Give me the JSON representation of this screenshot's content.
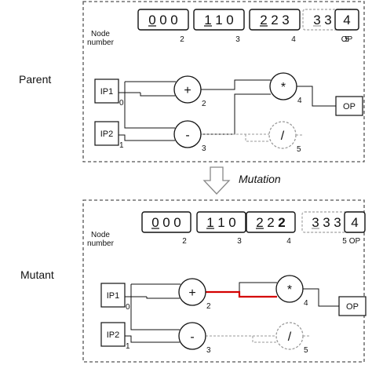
{
  "parent": {
    "side_label": "Parent",
    "node_number_label": "Node\nnumber",
    "genes": [
      {
        "text": "000",
        "underlined_index": 0,
        "node_no": "2",
        "inactive": false
      },
      {
        "text": "110",
        "underlined_index": 0,
        "node_no": "3",
        "inactive": false
      },
      {
        "text": "223",
        "underlined_index": 0,
        "node_no": "4",
        "inactive": false
      },
      {
        "text": "333",
        "underlined_index": 0,
        "node_no": "5",
        "inactive": true
      }
    ],
    "output_gene": {
      "text": "4",
      "label": "OP"
    },
    "graph": {
      "ip1": "IP1",
      "ip1_no": "0",
      "ip2": "IP2",
      "ip2_no": "1",
      "n_plus": "+",
      "n_plus_no": "2",
      "n_minus": "-",
      "n_minus_no": "3",
      "n_mul": "*",
      "n_mul_no": "4",
      "n_div": "/",
      "n_div_no": "5",
      "op": "OP"
    }
  },
  "transition": {
    "label": "Mutation"
  },
  "mutant": {
    "side_label": "Mutant",
    "node_number_label": "Node\nnumber",
    "genes": [
      {
        "text": "000",
        "underlined_index": 0,
        "node_no": "2",
        "inactive": false
      },
      {
        "text": "110",
        "underlined_index": 0,
        "node_no": "3",
        "inactive": false
      },
      {
        "text": "222",
        "underlined_index": 0,
        "node_no": "4",
        "inactive": false,
        "mutated_index": 2
      },
      {
        "text": "333",
        "underlined_index": 0,
        "node_no": "5",
        "inactive": true
      }
    ],
    "output_gene": {
      "text": "4",
      "label": "OP"
    },
    "graph": {
      "ip1": "IP1",
      "ip1_no": "0",
      "ip2": "IP2",
      "ip2_no": "1",
      "n_plus": "+",
      "n_plus_no": "2",
      "n_minus": "-",
      "n_minus_no": "3",
      "n_mul": "*",
      "n_mul_no": "4",
      "n_div": "/",
      "n_div_no": "5",
      "op": "OP"
    }
  },
  "colors": {
    "mutation": "#d40000",
    "inactive": "#9a9a9a",
    "line": "#111111"
  }
}
